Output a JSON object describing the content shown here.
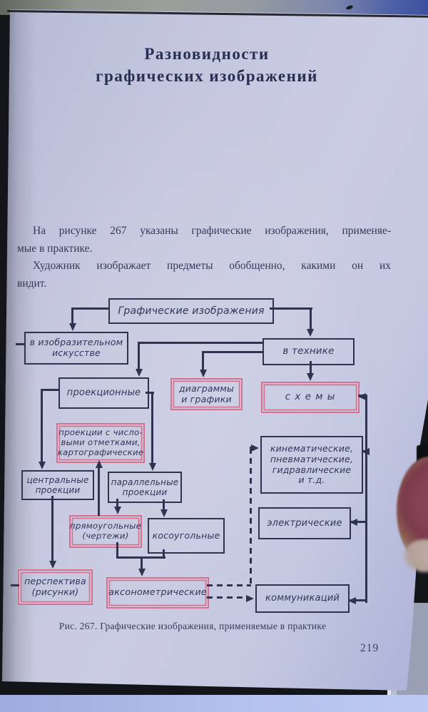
{
  "photo": {
    "page_number": "219"
  },
  "title": {
    "line1": "Разновидности",
    "line2": "графических изображений"
  },
  "body": {
    "lines": [
      "На рисунке 267 указаны графические изображения, применяе-",
      "мые в практике.",
      "Художник изображает предметы обобщенно, какими он их",
      "видит."
    ]
  },
  "figure": {
    "caption": "Рис. 267. Графические изображения, применяемые в практике",
    "ink_color": "#2e3450",
    "highlight_color": "#d76f90",
    "nodes": {
      "root": "Графические изображения",
      "art": "в изобразительном\nискусстве",
      "tech": "в технике",
      "proj": "проекционные",
      "diagrams": "диаграммы\nи графики",
      "schemes": "с х е м ы",
      "numeric": "проекции с число-\nвыми отметками,\nкартографические",
      "kinematic": "кинематические,\nпневматические,\nгидравлические\nи т.д.",
      "central": "центральные\nпроекции",
      "parallel": "параллельные\nпроекции",
      "rectangular": "прямоугольные\n(чертежи)",
      "oblique": "косоугольные",
      "electrical": "электрические",
      "perspective": "перспектива\n(рисунки)",
      "axonometric": "аксонометрические",
      "communications": "коммуникаций"
    }
  }
}
